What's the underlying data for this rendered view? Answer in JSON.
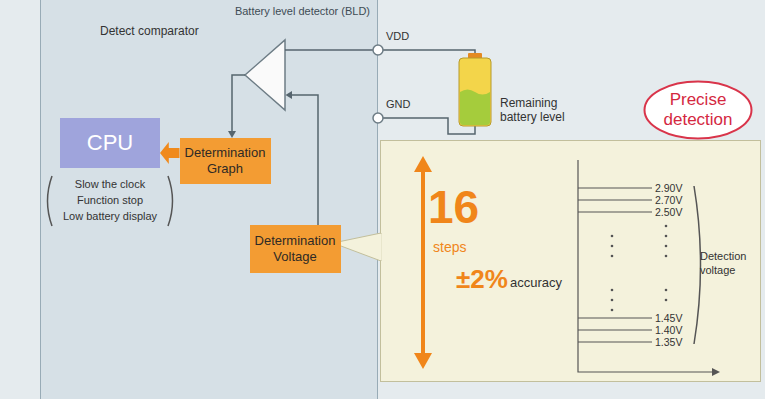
{
  "diagram": {
    "nodes": [
      {
        "text": [
          "Battery level detector (BLD)"
        ]
      },
      {
        "text": [
          "CPU"
        ],
        "in": 0
      },
      {
        "text": [
          "Determination Graph"
        ],
        "in": 0
      },
      {
        "text": [
          "Determination Voltage"
        ],
        "in": 0
      },
      {
        "text": [
          "Precise detection"
        ]
      },
      {
        "text": [
          "16",
          "steps",
          "±2%",
          "accuracy",
          "Detection voltage"
        ]
      }
    ],
    "edges": [
      {
        "from": 2,
        "to": 1,
        "arrow": "to"
      }
    ],
    "labels": [
      "Detect comparator",
      "VDD",
      "GND",
      "Remaining battery level",
      "Slow the clock",
      "Function stop",
      "Low battery display",
      "2.90V",
      "2.70V",
      "2.50V",
      "1.45V",
      "1.40V",
      "1.35V"
    ]
  }
}
